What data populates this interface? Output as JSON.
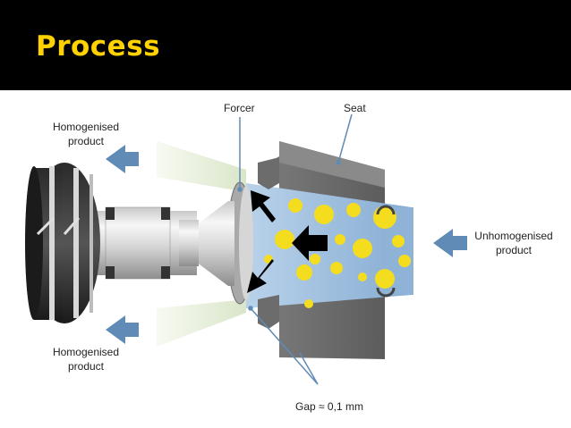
{
  "slide": {
    "title": "Process"
  },
  "labels": {
    "forcer": "Forcer",
    "seat": "Seat",
    "homogenised_top": "Homogenised\nproduct",
    "homogenised_bottom": "Homogenised\nproduct",
    "unhomogenised": "Unhomogenised\nproduct",
    "gap": "Gap ≈ 0,1 mm"
  },
  "colors": {
    "title_bar": "#000000",
    "title_text": "#ffd200",
    "arrow_blue": "#5f8bb6",
    "fluid_blue": "#8fb3d6",
    "particle_yellow": "#f4dc1e",
    "seat_gray": "#6a6a6a"
  }
}
